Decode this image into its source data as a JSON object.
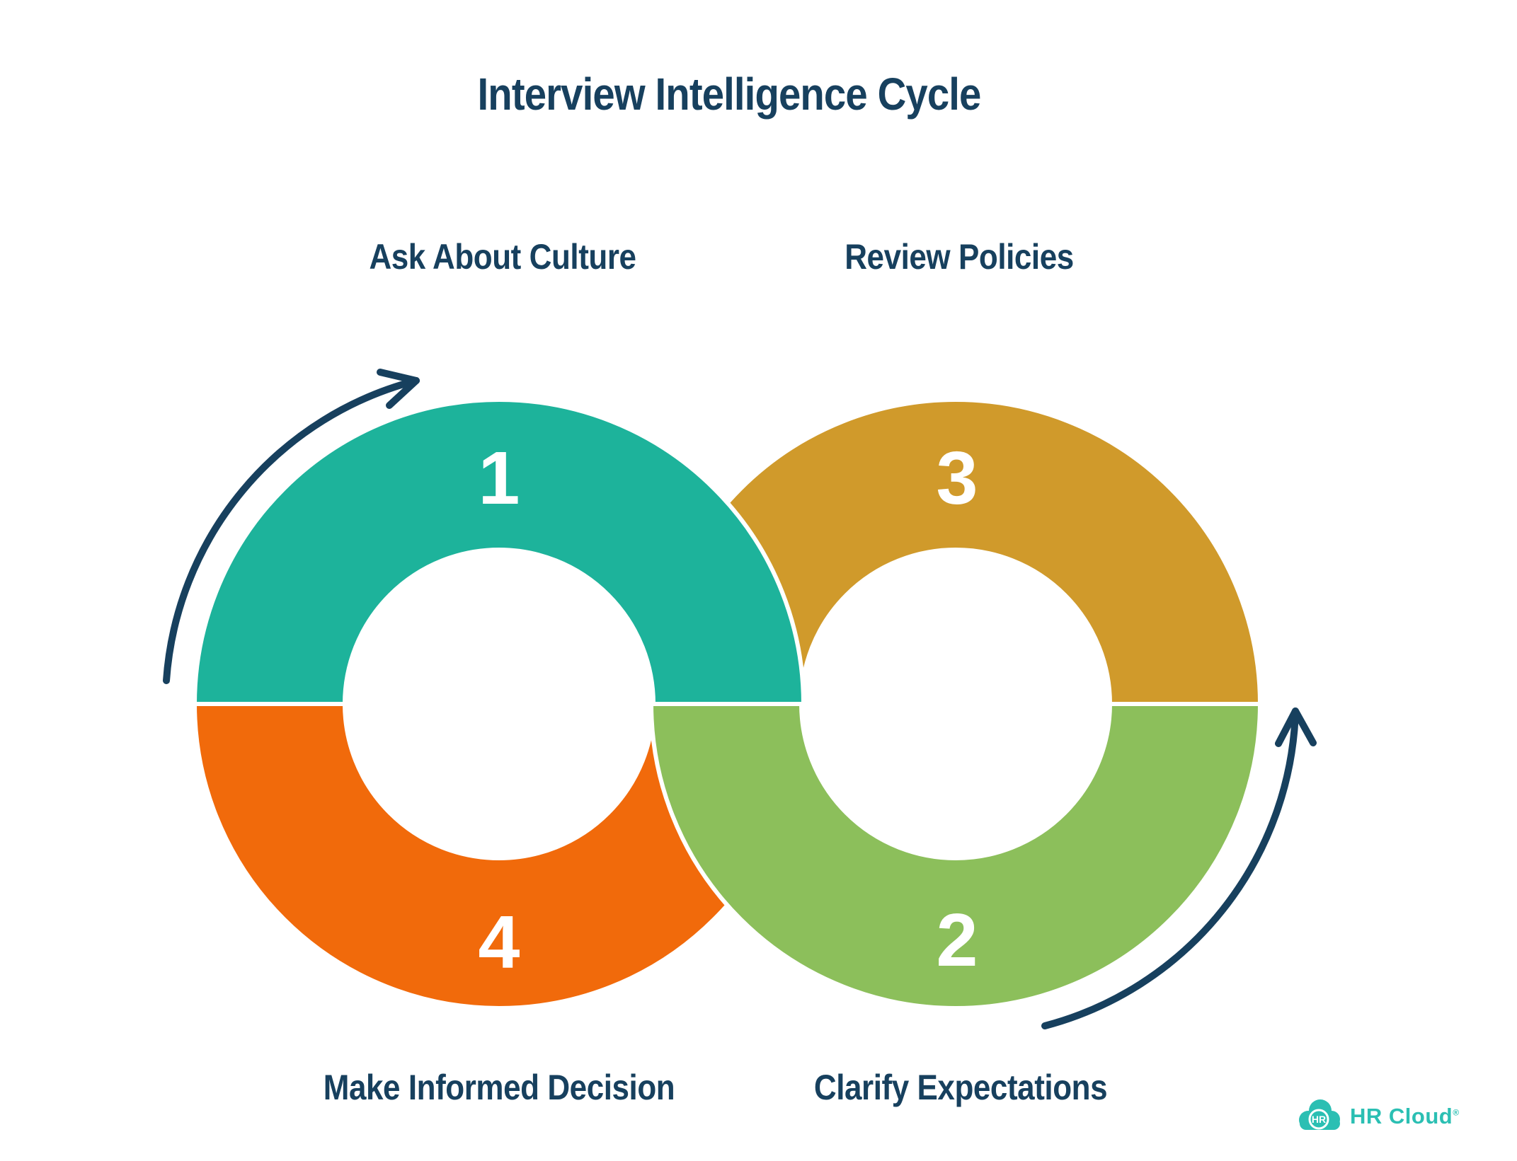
{
  "title": "Interview Intelligence Cycle",
  "steps": [
    {
      "number": "1",
      "label": "Ask About Culture",
      "color": "#1DB39B",
      "position": "top-left"
    },
    {
      "number": "2",
      "label": "Clarify Expectations",
      "color": "#8CBF5B",
      "position": "bottom-right"
    },
    {
      "number": "3",
      "label": "Review Policies",
      "color": "#D09A2B",
      "position": "top-right"
    },
    {
      "number": "4",
      "label": "Make Informed Decision",
      "color": "#F16A0B",
      "position": "bottom-left"
    }
  ],
  "colors": {
    "teal": "#1DB39B",
    "green": "#8CBF5B",
    "gold": "#D09A2B",
    "orange": "#F16A0B",
    "navy": "#17405E",
    "logo_teal": "#2BBFB3",
    "number_text": "#ffffff"
  },
  "logo": {
    "icon_text": "HR",
    "name": "HR Cloud",
    "registered_mark": "®"
  }
}
